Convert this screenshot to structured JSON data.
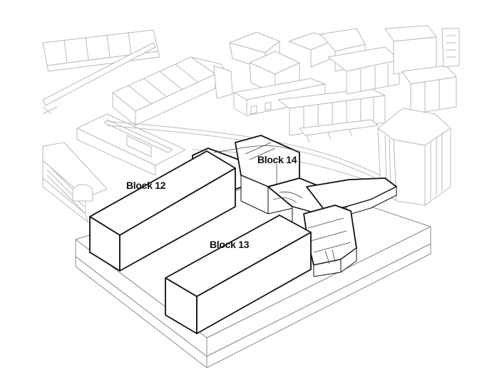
{
  "blocks": [
    {
      "id": "12",
      "label": "Block 12"
    },
    {
      "id": "13",
      "label": "Block 13"
    },
    {
      "id": "14",
      "label": "Block 14"
    }
  ],
  "colors": {
    "context_lines": "#b9b9b9",
    "block_outline": "#111111",
    "background": "#ffffff"
  }
}
